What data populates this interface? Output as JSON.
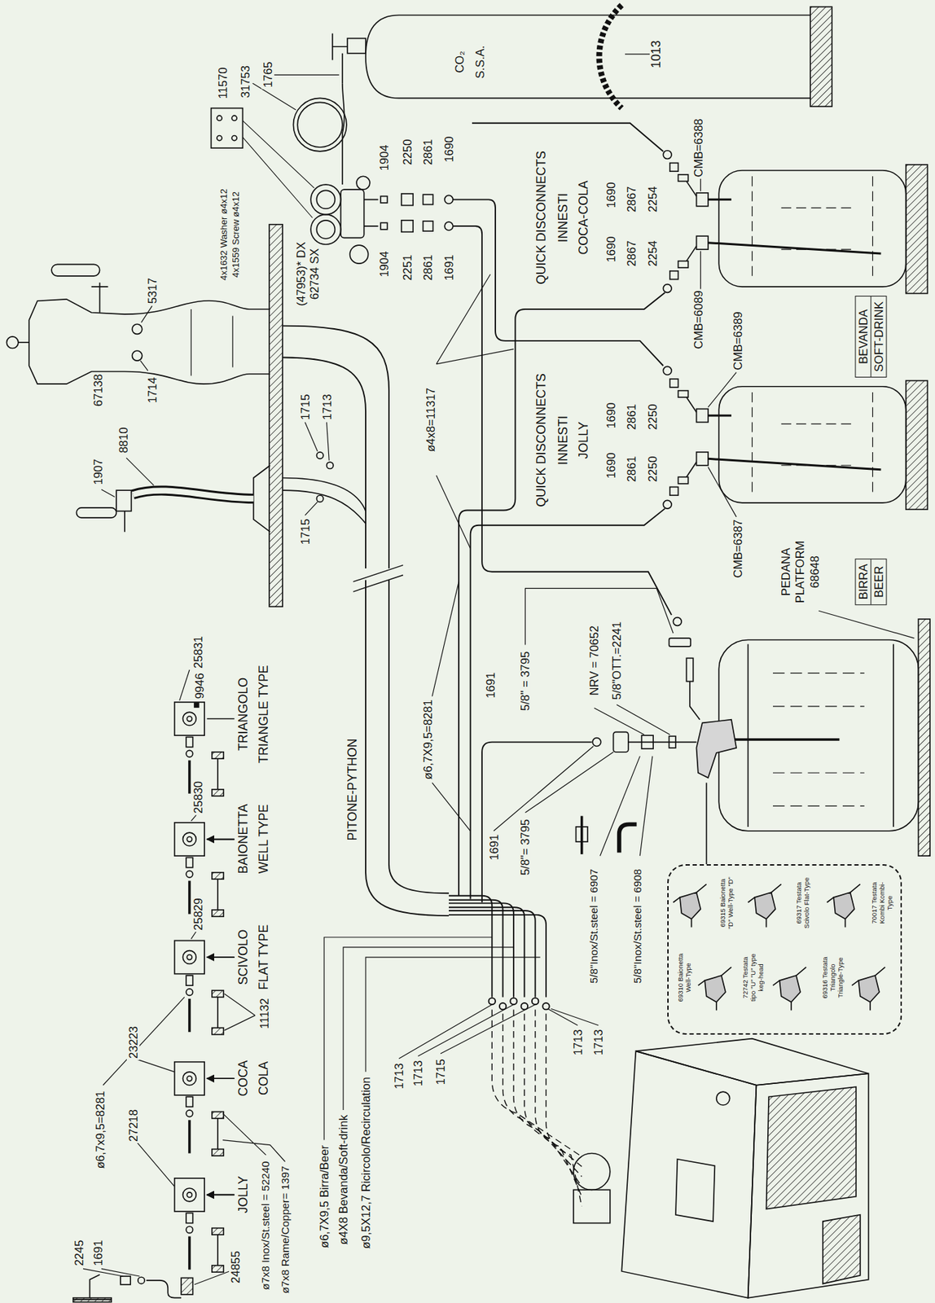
{
  "diagram": {
    "nodes": [
      {
        "text": [
          "BEVANDA",
          "SOFT-DRINK"
        ]
      },
      {
        "text": [
          "BIRRA",
          "BEER"
        ]
      },
      {
        "text": [
          "69310 Baionetta Well-Type",
          "69315 Baionetta \"D\" Well-Type \"D\"",
          "72742 Testata tipo \"U\" \"U\" type keg-head",
          "69317 Testata Scivolo Flat-Type",
          "69316 Testata Triangolo Triangle-Type",
          "70017 Testata Kombi Kombi-Type"
        ]
      }
    ],
    "labels": [
      "11570",
      "31753",
      "1765",
      "CO₂",
      "S.S.A.",
      "1013",
      "4x1632 Washer ø4x12",
      "4x1559 Screw ø4x12",
      "(47953)* DX",
      "62734 SX",
      "1904",
      "2250",
      "2861",
      "1690",
      "1904",
      "2251",
      "2861",
      "1691",
      "QUICK DISCONNECTS",
      "INNESTI",
      "COCA-COLA",
      "1690",
      "2867",
      "2254",
      "1690",
      "2867",
      "2254",
      "CMB=6388",
      "CMB=6089",
      "CMB=6389",
      "QUICK DISCONNECTS",
      "INNESTI",
      "JOLLY",
      "1690",
      "2861",
      "2250",
      "1690",
      "2861",
      "2250",
      "CMB=6387",
      "PEDANA",
      "PLATFORM",
      "68648",
      "ø4x8=11317",
      "5317",
      "67138",
      "1714",
      "8810",
      "1907",
      "1715",
      "1713",
      "1715",
      "PITONE-PYTHON",
      "ø6,7X9,5=8281",
      "1691",
      "5/8\" = 3795",
      "NRV = 70652",
      "5/8\"OTT.=2241",
      "1691",
      "5/8\"= 3795",
      "5/8\"Inox/St.steel = 6907",
      "5/8\"Inox/St.steel = 6908",
      "25831",
      "9946",
      "TRIANGOLO",
      "TRIANGLE TYPE",
      "25830",
      "BAIONETTA",
      "WELL TYPE",
      "25829",
      "SCIVOLO",
      "FLAT TYPE",
      "23223",
      "COCA",
      "COLA",
      "11132",
      "27218",
      "JOLLY",
      "ø6,7x9,5=8281",
      "2245",
      "1691",
      "24855",
      "ø7x8 Inox/St.steel = 52240",
      "ø7x8 Rame/Copper= 1397",
      "ø6,7X9,5 Birra/Beer",
      "ø4X8 Bevanda/Soft-drink",
      "ø9,5X12,7 Ricircolo/Recirculation",
      "1713",
      "1713",
      "1715",
      "1713",
      "1713"
    ]
  }
}
